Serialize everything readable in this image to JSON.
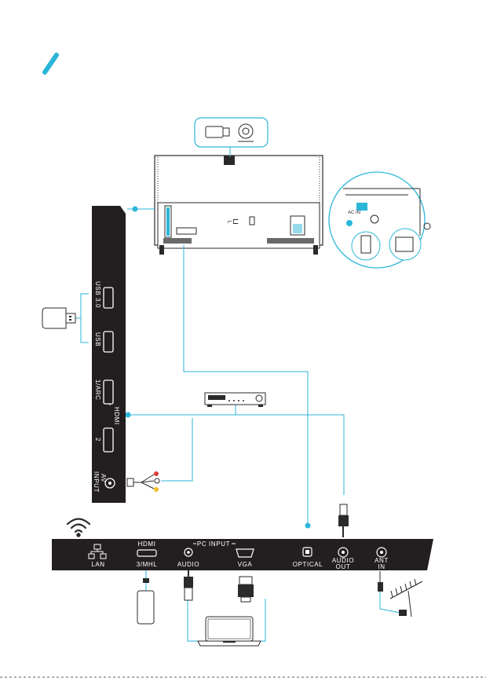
{
  "side_panel": {
    "usb3": "USB 3.0",
    "usb": "USB",
    "hdmi1": "1/ARC",
    "hdmi_group": "HDMI",
    "hdmi2": "2",
    "av_input_line1": "AV",
    "av_input_line2": "INPUT"
  },
  "bottom_panel": {
    "lan": "LAN",
    "hdmi_top": "HDMI",
    "hdmi_bottom": "3/MHL",
    "pc_input": "PC INPUT",
    "audio": "AUDIO",
    "vga": "VGA",
    "optical": "OPTICAL",
    "audio_out_line1": "AUDIO",
    "audio_out_line2": "OUT",
    "ant_in_line1": "ANT",
    "ant_in_line2": "IN"
  },
  "power_inset": {
    "ac_in": "AC IN"
  },
  "colors": {
    "accent": "#2bb6d8",
    "panel": "#231f20",
    "line": "#2a2a2a"
  }
}
